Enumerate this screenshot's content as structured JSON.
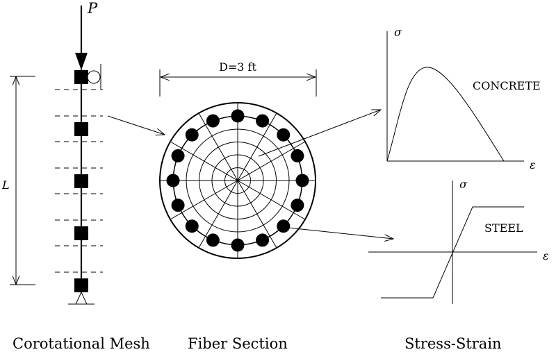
{
  "captions": {
    "mesh": "Corotational Mesh",
    "section": "Fiber Section",
    "stress_strain": "Stress-Strain"
  },
  "mesh": {
    "load_label": "P",
    "length_label": "L",
    "node_count": 5,
    "support": "pin",
    "top_restraint": "roller"
  },
  "section": {
    "dimension_label": "D=3 ft",
    "rebar_count": 16,
    "concentric_rings": 5,
    "radial_lines": 12
  },
  "concrete": {
    "label": "CONCRETE",
    "y_symbol": "σ",
    "x_symbol": "ε",
    "curve": "parabolic rise then linear softening"
  },
  "steel": {
    "label": "STEEL",
    "y_symbol": "σ",
    "x_symbol": "ε",
    "curve": "elastic-perfectly-plastic"
  },
  "colors": {
    "ink": "#000000",
    "background": "#ffffff"
  }
}
